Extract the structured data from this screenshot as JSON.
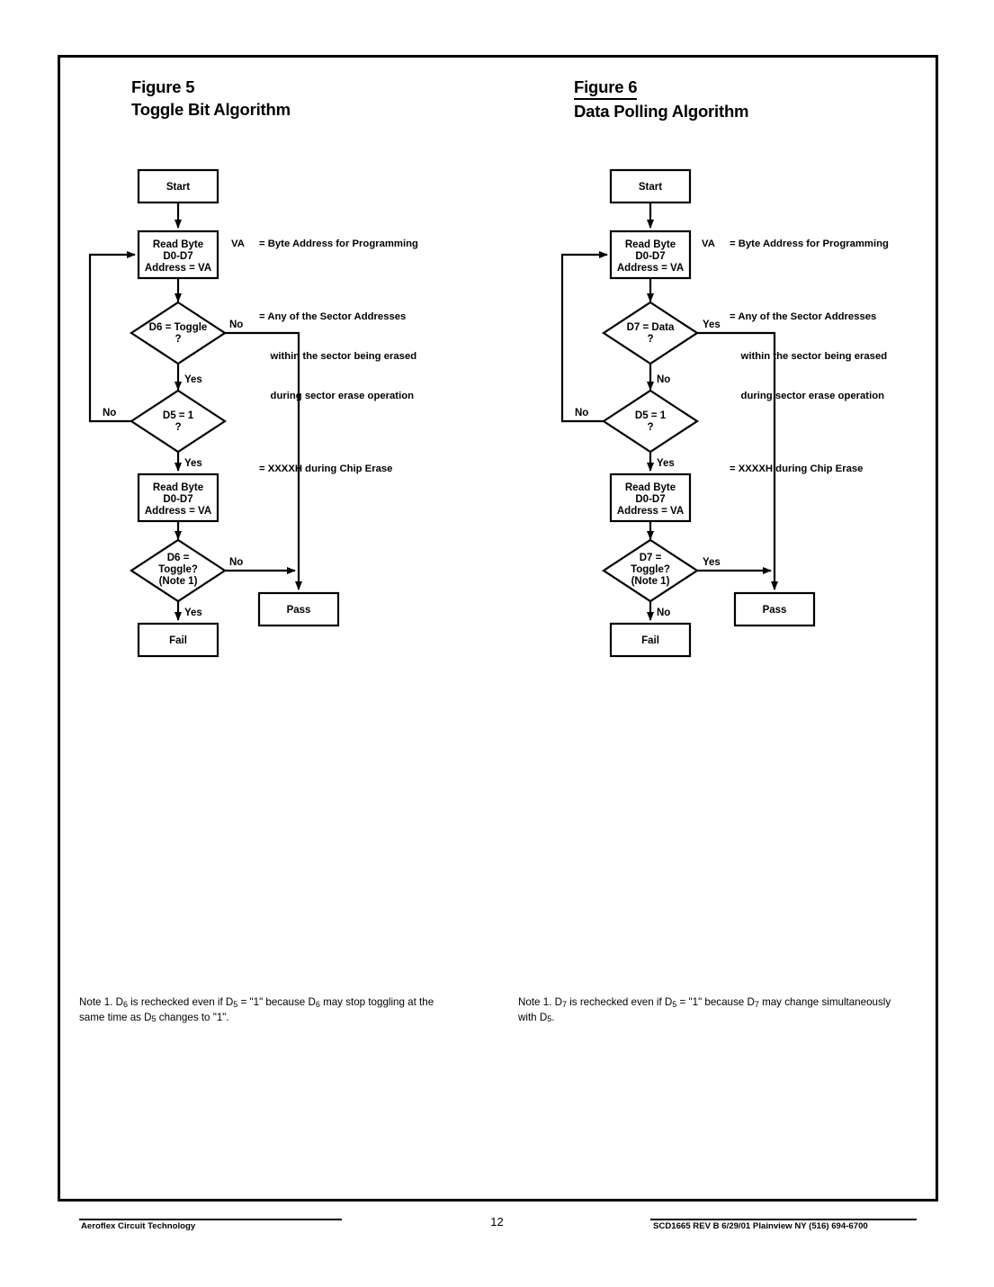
{
  "page": {
    "number": "12",
    "footer_left": "Aeroflex Circuit Technology",
    "footer_right": "SCD1665 REV B  6/29/01  Plainview NY (516) 694-6700"
  },
  "figures": [
    {
      "id": "figure-5",
      "number": "Figure 5",
      "number_underlined": false,
      "title": "Toggle Bit Algorithm",
      "legend": {
        "key": "VA",
        "lines": [
          "= Byte Address for Programming",
          "= Any of the Sector Addresses",
          "    within the sector being erased",
          "    during sector erase operation",
          "= XXXXH during Chip Erase"
        ]
      },
      "nodes": {
        "start": "Start",
        "read1_l1": "Read Byte",
        "read1_l2": "D0-D7",
        "read1_l3": "Address = VA",
        "decision1_l1": "D6 = Toggle",
        "decision1_l2": "?",
        "decision2_l1": "D5 = 1",
        "decision2_l2": "?",
        "read2_l1": "Read Byte",
        "read2_l2": "D0-D7",
        "read2_l3": "Address = VA",
        "decision3_l1": "D6 =",
        "decision3_l2": "Toggle?",
        "decision3_l3": "(Note 1)",
        "pass": "Pass",
        "fail": "Fail"
      },
      "branches": {
        "d1_right": "No",
        "d1_down": "Yes",
        "d2_left": "No",
        "d2_down": "Yes",
        "d3_right": "No",
        "d3_down": "Yes"
      },
      "note": "Note 1. D6 is rechecked even if D5 = \"1\" because D6 may stop toggling at the same time as D5 changes to \"1\"."
    },
    {
      "id": "figure-6",
      "number": "Figure 6",
      "number_underlined": true,
      "title": "Data Polling Algorithm",
      "legend": {
        "key": "VA",
        "lines": [
          "= Byte Address for Programming",
          "= Any of the Sector Addresses",
          "    within the sector being erased",
          "    during sector erase operation",
          "= XXXXH during Chip Erase"
        ]
      },
      "nodes": {
        "start": "Start",
        "read1_l1": "Read Byte",
        "read1_l2": "D0-D7",
        "read1_l3": "Address = VA",
        "decision1_l1": "D7 = Data",
        "decision1_l2": "?",
        "decision2_l1": "D5 = 1",
        "decision2_l2": "?",
        "read2_l1": "Read Byte",
        "read2_l2": "D0-D7",
        "read2_l3": "Address = VA",
        "decision3_l1": "D7 =",
        "decision3_l2": "Toggle?",
        "decision3_l3": "(Note 1)",
        "pass": "Pass",
        "fail": "Fail"
      },
      "branches": {
        "d1_right": "Yes",
        "d1_down": "No",
        "d2_left": "No",
        "d2_down": "Yes",
        "d3_right": "Yes",
        "d3_down": "No"
      },
      "note": "Note 1. D7 is rechecked even if D5 = \"1\" because D7 may change simultaneously with D5."
    }
  ]
}
